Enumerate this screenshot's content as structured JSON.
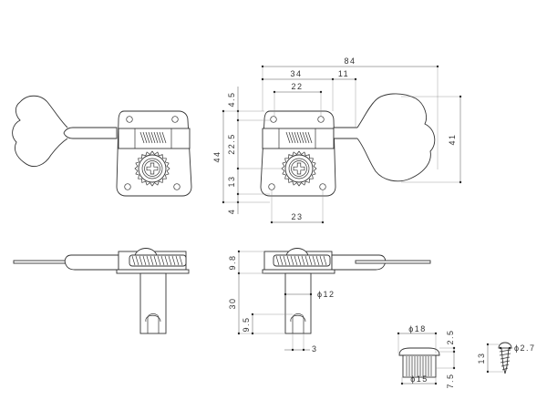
{
  "drawing": {
    "subject": "Bass guitar tuning machine technical drawing",
    "line_color": "#333333",
    "background": "#ffffff",
    "front_view": {
      "dimensions": {
        "overall_length": "84",
        "capstan_to_plate_edge": "34",
        "plate_to_shaft": "11",
        "hole_spacing_top": "22",
        "hole_spacing_bottom": "23",
        "plate_height": "44",
        "top_offset": "4.5",
        "shaft_height": "22.5",
        "gear_to_hole": "13",
        "bottom_offset": "4",
        "key_height": "41"
      }
    },
    "side_view": {
      "dimensions": {
        "housing_height": "9.8",
        "post_length": "30",
        "post_diameter": "ϕ12",
        "slot_depth": "9.5",
        "slot_width": "3"
      }
    },
    "bushing": {
      "dimensions": {
        "flange_diameter": "ϕ18",
        "barrel_diameter": "ϕ15",
        "flange_height": "2.5",
        "barrel_height": "7.5"
      }
    },
    "screw": {
      "dimensions": {
        "length": "13",
        "diameter": "ϕ2.7"
      }
    }
  }
}
